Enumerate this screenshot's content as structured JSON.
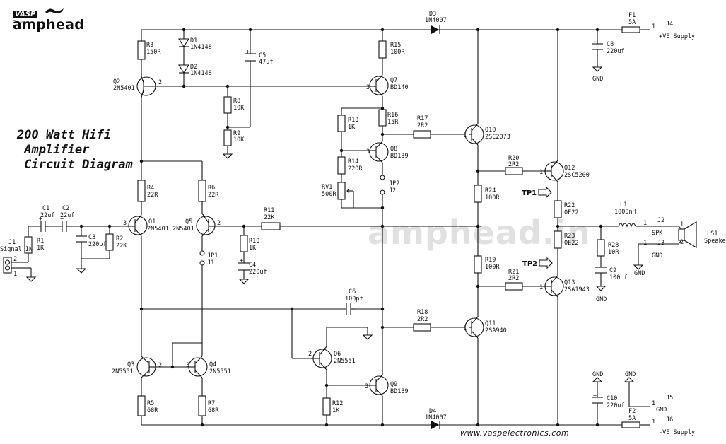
{
  "logo": {
    "brand": "VASP",
    "sub": "Electronics",
    "name": "amphead"
  },
  "title": {
    "line1": "200 Watt Hifi",
    "line2": " Amplifier",
    "line3": " Circuit Diagram"
  },
  "watermark": "amphead.in",
  "footer": "www.vaspelectronics.com",
  "labels": {
    "D3": "D3",
    "D3v": "1N4007",
    "D4": "D4",
    "D4v": "1N4007",
    "F1": "F1",
    "F1v": "5A",
    "F2": "F2",
    "F2v": "5A",
    "J4": "J4",
    "J4n": "+VE Supply",
    "J6": "J6",
    "J6n": "-VE Supply",
    "J5": "J5",
    "J5n": "GND",
    "R3": "R3",
    "R3v": "150R",
    "D1": "D1",
    "D1v": "1N4148",
    "D2": "D2",
    "D2v": "1N4148",
    "C5": "C5",
    "C5v": "47uf",
    "R8": "R8",
    "R8v": "10K",
    "R9": "R9",
    "R9v": "10K",
    "Q2": "Q2",
    "Q2v": "2N5401",
    "R15": "R15",
    "R15v": "100R",
    "Q7": "Q7",
    "Q7v": "BD140",
    "R13": "R13",
    "R13v": "1K",
    "R16": "R16",
    "R16v": "15R",
    "R17": "R17",
    "R17v": "2R2",
    "Q10": "Q10",
    "Q10v": "2SC2073",
    "Q8": "Q8",
    "Q8v": "BD139",
    "R14": "R14",
    "R14v": "220R",
    "RV1": "RV1",
    "RV1v": "500R",
    "JP2": "JP2",
    "J2a": "J2",
    "R20": "R20",
    "R20v": "2R2",
    "Q12": "Q12",
    "Q12v": "2SC5200",
    "R24": "R24",
    "R24v": "100R",
    "TP1": "TP1",
    "TP2": "TP2",
    "R22": "R22",
    "R22v": "0E22",
    "R23": "R23",
    "R23v": "0E22",
    "L1": "L1",
    "L1v": "1000nH",
    "J2": "J2",
    "SPK": "SPK",
    "LS1": "LS1",
    "LS1v": "Speaker",
    "J3": "J3",
    "GND": "GND",
    "R28": "R28",
    "R28v": "10R",
    "C9": "C9",
    "C9v": "100nf",
    "C8": "C8",
    "C8v": "220uf",
    "C10": "C10",
    "C10v": "220uf",
    "C1": "C1",
    "C1v": "22uf",
    "C2": "C2",
    "C2v": "22uf",
    "J1": "J1",
    "J1n": "Signal IN",
    "R1": "R1",
    "R1v": "1K",
    "C3": "C3",
    "C3v": "220pf",
    "R2": "R2",
    "R2v": "22K",
    "Q1": "Q1",
    "Q1v": "2N5401",
    "Q5": "Q5",
    "Q5v": "2N5401",
    "R4": "R4",
    "R4v": "22R",
    "R6": "R6",
    "R6v": "22R",
    "R11": "R11",
    "R11v": "22K",
    "R10": "R10",
    "R10v": "1K",
    "C4": "C4",
    "C4v": "220uf",
    "JP1": "JP1",
    "J1b": "J1",
    "C6": "C6",
    "C6v": "100pf",
    "R18": "R18",
    "R18v": "2R2",
    "Q11": "Q11",
    "Q11v": "2SA940",
    "R19": "R19",
    "R19v": "100R",
    "R21": "R21",
    "R21v": "2R2",
    "Q13": "Q13",
    "Q13v": "2SA1943",
    "Q3": "Q3",
    "Q3v": "2N5551",
    "Q4": "Q4",
    "Q4v": "2N5551",
    "Q6": "Q6",
    "Q6v": "2N5551",
    "Q9": "Q9",
    "Q9v": "BD139",
    "R5": "R5",
    "R5v": "68R",
    "R7": "R7",
    "R7v": "68R",
    "R12": "R12",
    "R12v": "1K",
    "p1": "1",
    "p2": "2",
    "p3": "3",
    "plus": "+"
  }
}
